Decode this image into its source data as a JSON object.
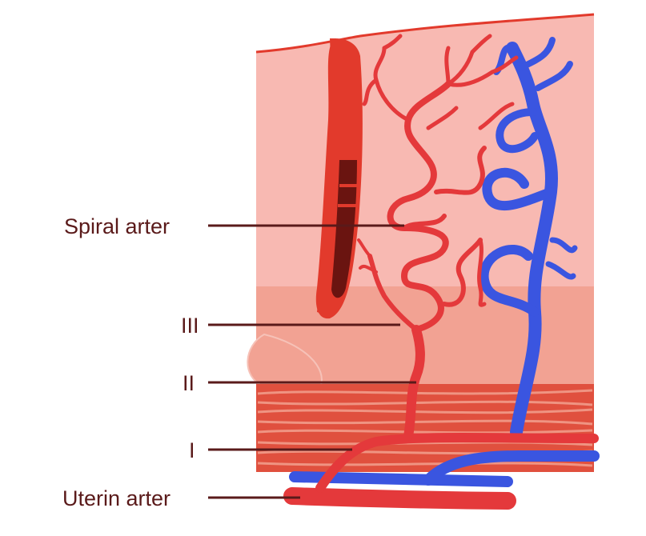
{
  "labels": {
    "spiral": "Spiral arter",
    "level_3": "III",
    "level_2": "II",
    "level_1": "I",
    "uterine": "Uterin arter"
  },
  "colors": {
    "background": "#ffffff",
    "endometrium_functional": "#f8b9b2",
    "endometrium_basal": "#f19f90",
    "myometrium": "#e0503e",
    "artery": "#e4393b",
    "vein": "#3a55e0",
    "gland": "#e23a2c",
    "gland_lumen": "#6a1410",
    "label_text": "#5a1a1a",
    "leader_line": "#5a1a1a"
  },
  "icons": {
    "artery": "red-branching-vessel",
    "vein": "blue-branching-vessel",
    "gland": "uterine-gland"
  }
}
